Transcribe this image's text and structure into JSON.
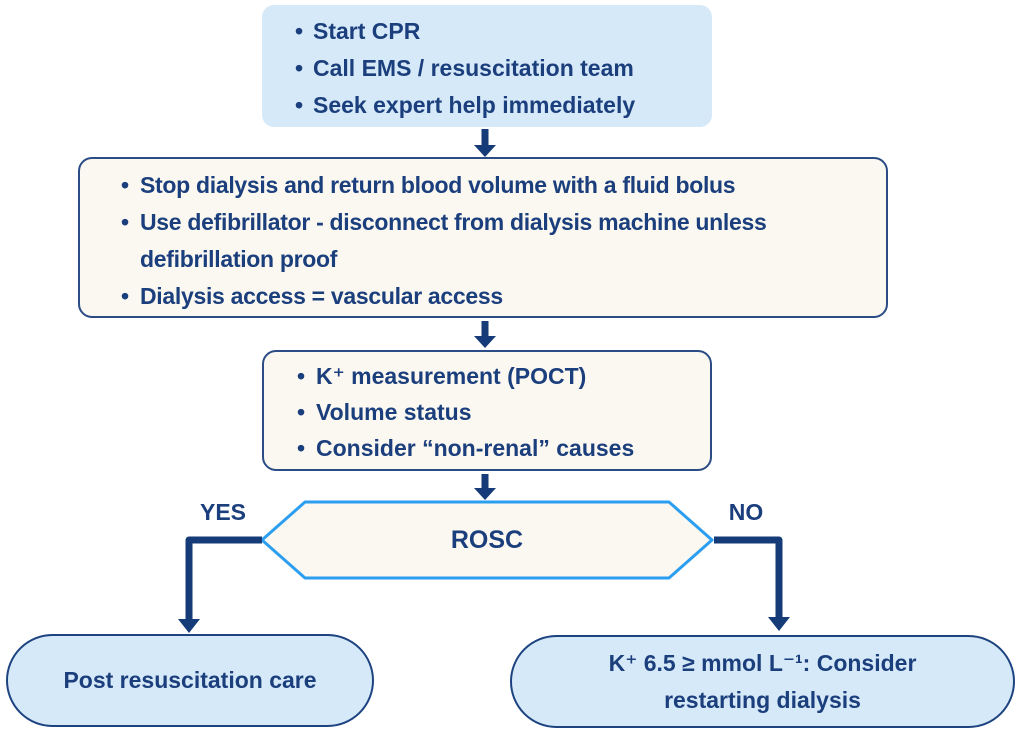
{
  "palette": {
    "navy_text": "#1b3e7c",
    "connector": "#153c78",
    "box_border": "#2b4c85",
    "pill_border": "#1d4380",
    "light_blue_fill": "#d6e9f8",
    "cream_fill": "#faf8f1",
    "hexagon_border": "#2b9ef0"
  },
  "flow": {
    "start_box": {
      "items": [
        [
          "Start CPR"
        ],
        [
          "Call EMS / resuscitation team"
        ],
        [
          "Seek expert help immediately"
        ]
      ]
    },
    "actions_box": {
      "items": [
        [
          "Stop dialysis and return blood volume with a fluid bolus"
        ],
        [
          "Use defibrillator - disconnect from dialysis machine unless",
          "defibrillation proof"
        ],
        [
          "Dialysis access = vascular access"
        ]
      ]
    },
    "assessment_box": {
      "items": [
        [
          "K⁺ measurement (POCT)"
        ],
        [
          "Volume status"
        ],
        [
          "Consider “non-renal” causes"
        ]
      ]
    },
    "decision": {
      "label": "ROSC",
      "yes": "YES",
      "no": "NO"
    },
    "outcome_yes": {
      "label": "Post resuscitation care"
    },
    "outcome_no": {
      "lines": [
        "K⁺ 6.5 ≥ mmol L⁻¹: Consider",
        "restarting dialysis"
      ]
    }
  }
}
